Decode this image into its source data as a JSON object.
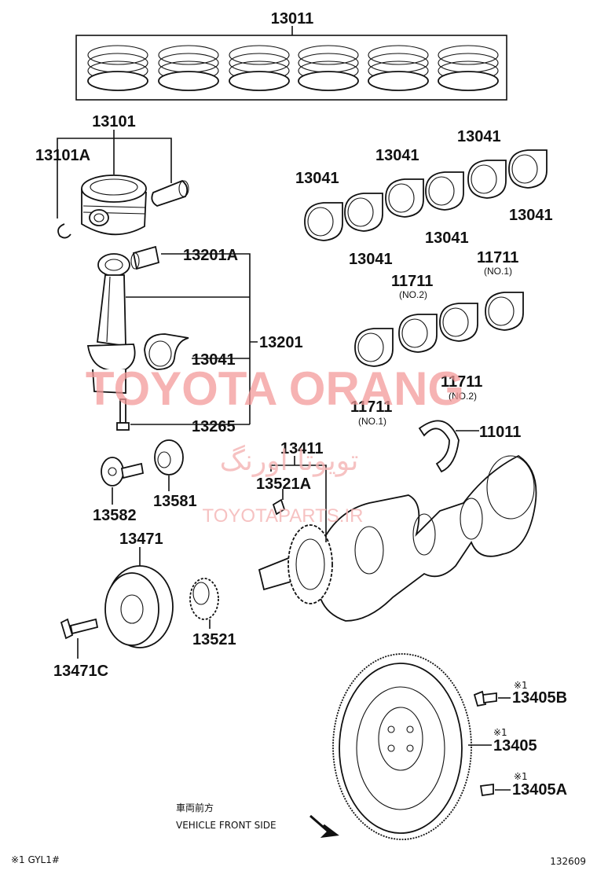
{
  "labels": {
    "p13011": "13011",
    "p13101": "13101",
    "p13101A": "13101A",
    "p13041_a": "13041",
    "p13041_b": "13041",
    "p13041_c": "13041",
    "p13041_d": "13041",
    "p13041_e": "13041",
    "p13041_f": "13041",
    "p13041_g": "13041",
    "p13201A": "13201A",
    "p13201": "13201",
    "p13265": "13265",
    "p11711_no1_top": "11711",
    "p11711_no2_top": "11711",
    "p11711_no2_bot": "11711",
    "p11711_no1_bot": "11711",
    "sub_no1_top": "(NO.1)",
    "sub_no2_top": "(NO.2)",
    "sub_no2_bot": "(NO.2)",
    "sub_no1_bot": "(NO.1)",
    "p11011": "11011",
    "p13411": "13411",
    "p13521A": "13521A",
    "p13582": "13582",
    "p13581": "13581",
    "p13471": "13471",
    "p13521": "13521",
    "p13471C": "13471C",
    "p13405B": "13405B",
    "p13405": "13405",
    "p13405A": "13405A",
    "mark_13405B": "※1",
    "mark_13405": "※1",
    "mark_13405A": "※1"
  },
  "direction": {
    "jp": "車両前方",
    "en": "VEHICLE FRONT SIDE"
  },
  "footer": {
    "note": "※1 GYL1#",
    "diagram_number": "132609"
  },
  "watermark": {
    "main": "TOYOTA ORANG",
    "farsi": "تویوتا اورنگ",
    "sub": "TOYOTAPARTS.IR"
  },
  "colors": {
    "ink": "#111111",
    "watermark": "#f39a9a"
  }
}
